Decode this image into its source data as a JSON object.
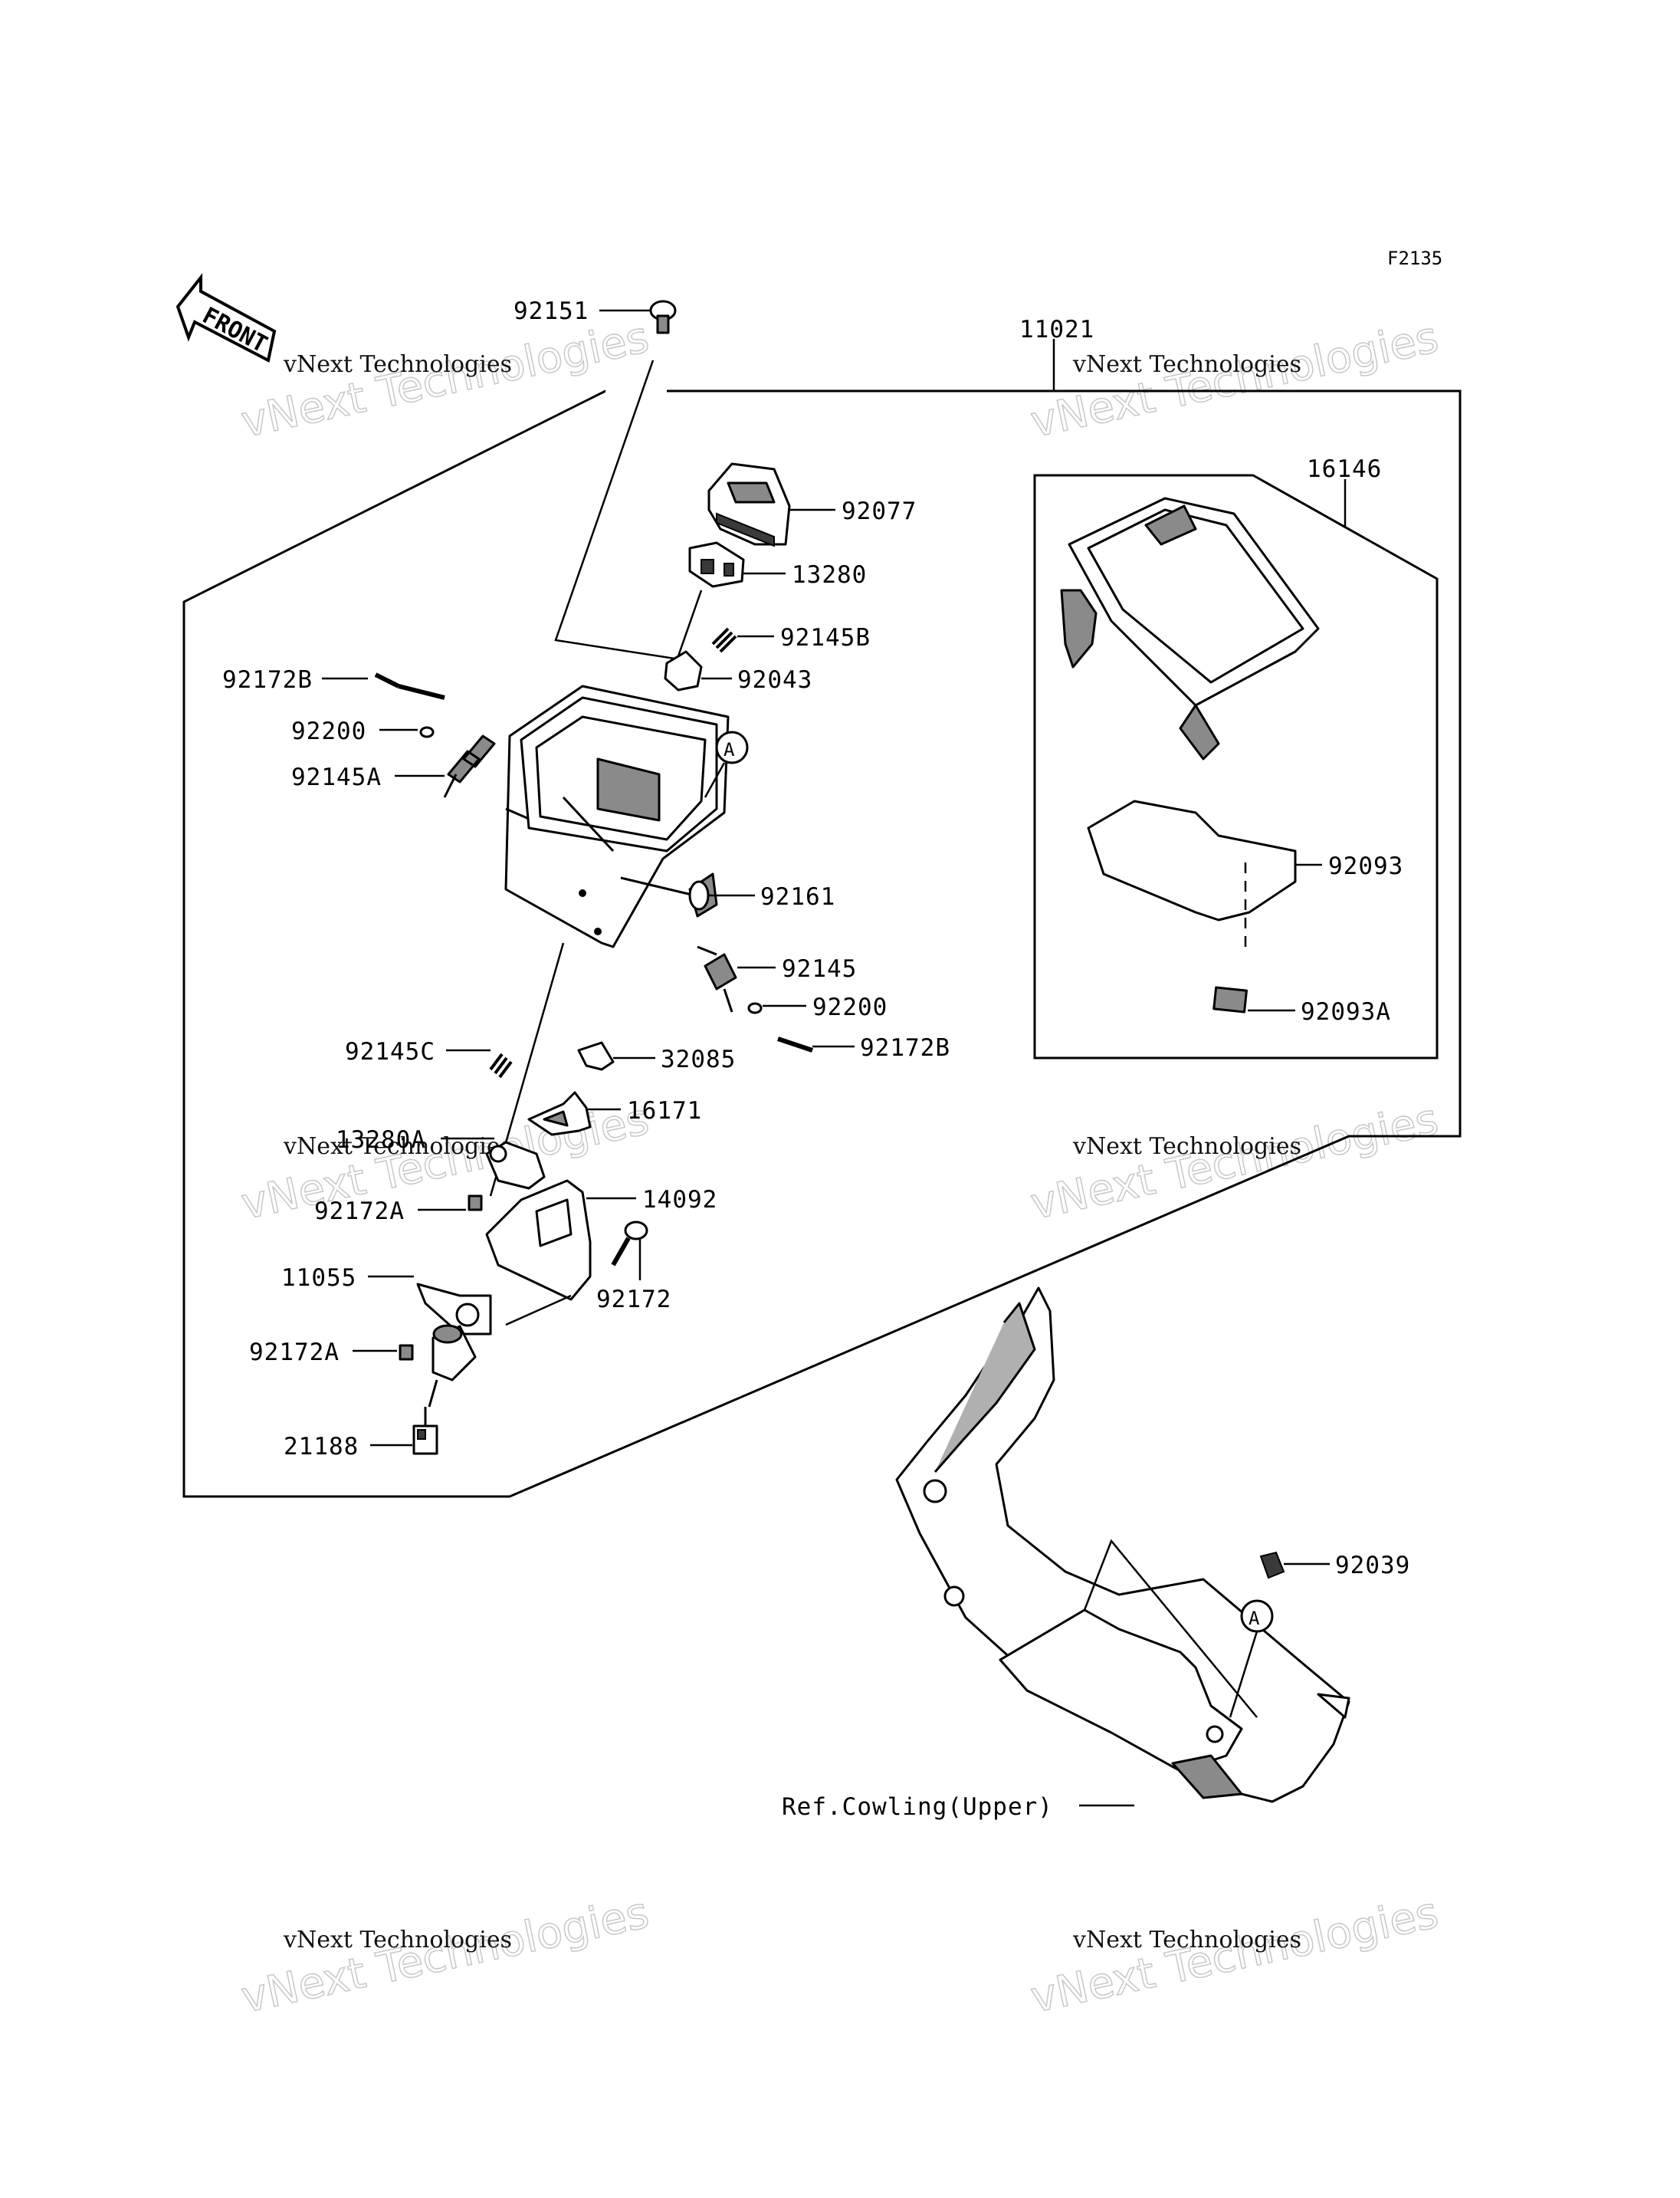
{
  "figure_code": "F2135",
  "front_arrow": {
    "text": "FRONT"
  },
  "callout_letter": "A",
  "watermark": {
    "line1": "vNext Technologies",
    "line2": "vNext Technologies"
  },
  "parts": {
    "p92151": "92151",
    "p11021": "11021",
    "p16146": "16146",
    "p92077": "92077",
    "p13280": "13280",
    "p92145B": "92145B",
    "p92043": "92043",
    "p92172B_top": "92172B",
    "p92200_top": "92200",
    "p92145A": "92145A",
    "p92093": "92093",
    "p92161": "92161",
    "p92145": "92145",
    "p92200_bot": "92200",
    "p92093A": "92093A",
    "p92172B_bot": "92172B",
    "p92145C": "92145C",
    "p32085": "32085",
    "p16171": "16171",
    "p13280A": "13280A",
    "p14092": "14092",
    "p92172A_top": "92172A",
    "p11055": "11055",
    "p92172": "92172",
    "p92172A_bot": "92172A",
    "p21188": "21188",
    "p92039": "92039",
    "ref_cowling": "Ref.Cowling(Upper)"
  }
}
